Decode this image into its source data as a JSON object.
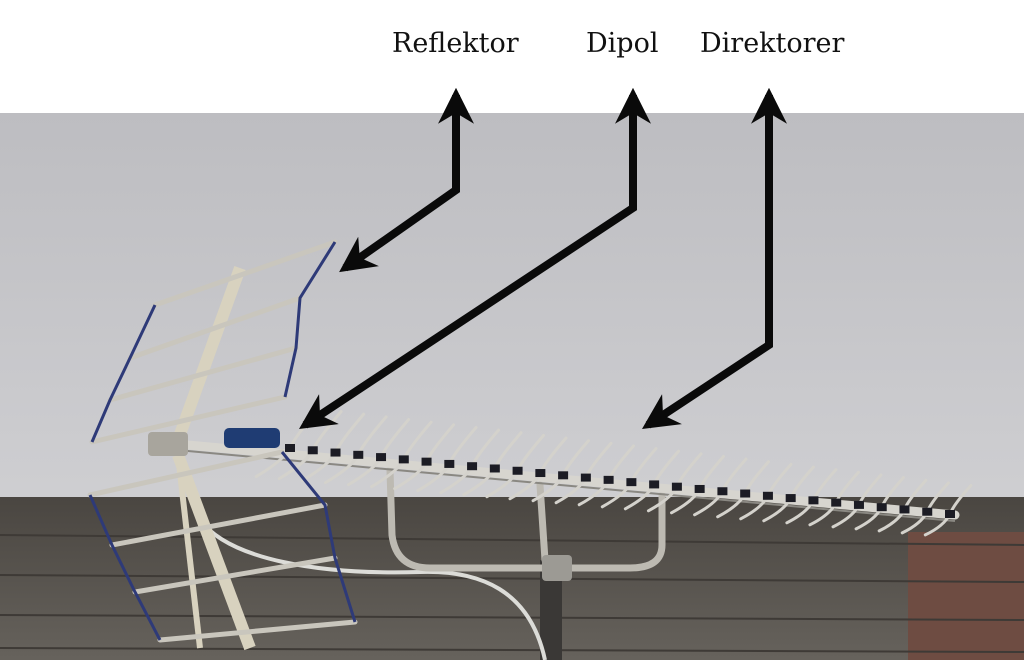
{
  "labels": {
    "reflektor": "Reflektor",
    "dipol": "Dipol",
    "direktorer": "Direktorer"
  },
  "colors": {
    "sky": "#c3c3c7",
    "wall": "#5a5650",
    "arrow": "#0a0a0a",
    "frame": "#c9c6bd",
    "reflector_frame": "#2e3a78"
  }
}
